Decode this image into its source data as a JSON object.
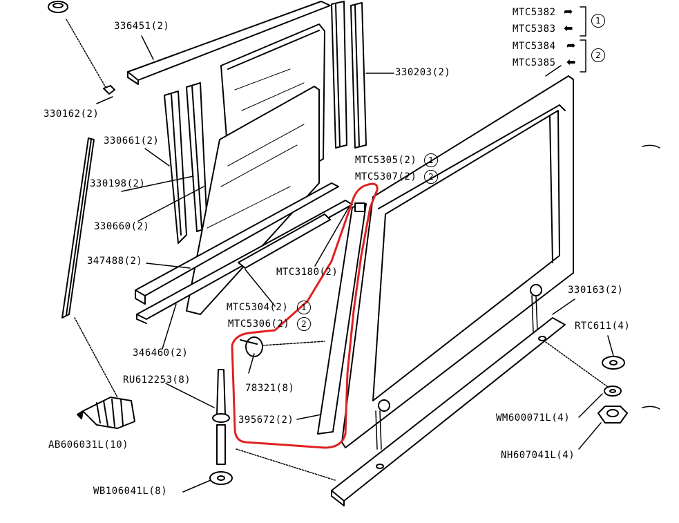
{
  "labels": {
    "p336451": "336451(2)",
    "p330162": "330162(2)",
    "p330661": "330661(2)",
    "p330198": "330198(2)",
    "p330660": "330660(2)",
    "p347488": "347488(2)",
    "p346460": "346460(2)",
    "p330203": "330203(2)",
    "mtc5305": "MTC5305(2)",
    "mtc5307": "MTC5307(2)",
    "mtc3180": "MTC3180(2)",
    "mtc5304": "MTC5304(2)",
    "mtc5306": "MTC5306(2)",
    "p78321": "78321(8)",
    "p395672": "395672(2)",
    "ru612253": "RU612253(8)",
    "ab606031": "AB606031L(10)",
    "wb106041": "WB106041L(8)",
    "p330163": "330163(2)",
    "rtc611": "RTC611(4)",
    "wm600071": "WM600071L(4)",
    "nh607041": "NH607041L(4)",
    "mtc5382": "MTC5382",
    "mtc5383": "MTC5383",
    "mtc5384": "MTC5384",
    "mtc5385": "MTC5385"
  },
  "variants": {
    "one": "1",
    "two": "2"
  },
  "arrows": {
    "right": "➦",
    "left": "⬅"
  },
  "colors": {
    "ink": "#000000",
    "highlight": "#e02020",
    "paper": "#ffffff"
  }
}
